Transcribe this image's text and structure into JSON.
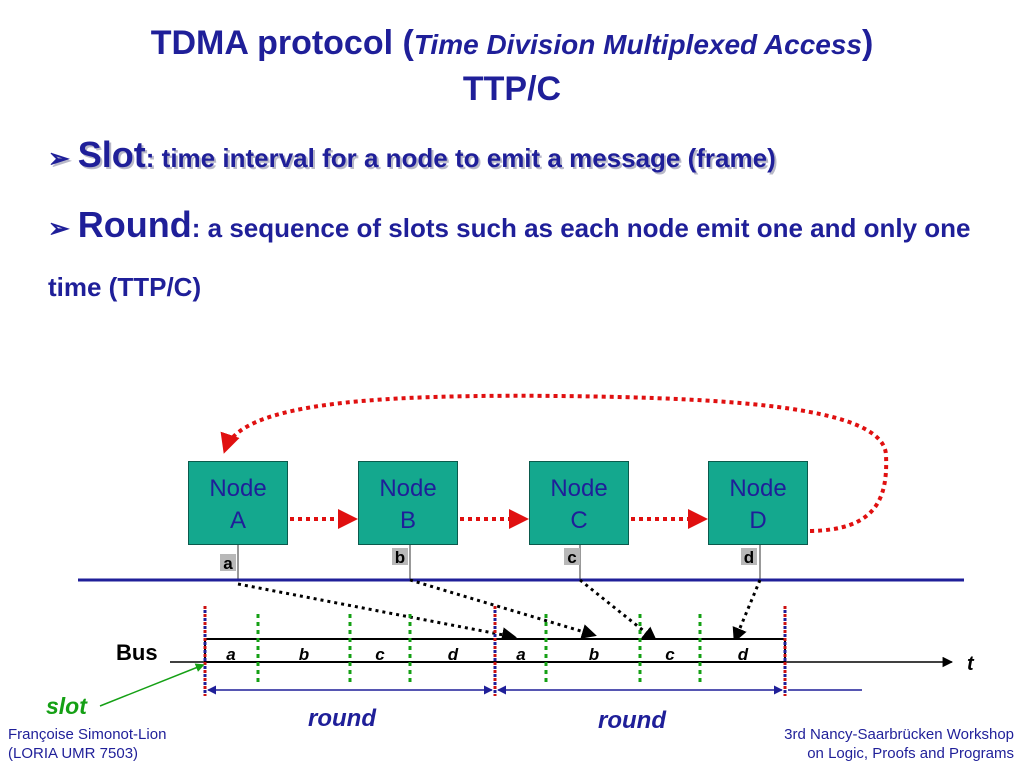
{
  "title": {
    "main_prefix": "TDMA protocol (",
    "main_italic": "Time Division Multiplexed Access",
    "main_suffix": ")",
    "sub": "TTP/C"
  },
  "bullets": [
    {
      "marker": "➢",
      "term": "Slot",
      "text": ": time interval for a node to emit a message (frame)"
    },
    {
      "marker": "➢",
      "term": "Round",
      "text": ": a sequence of slots such as each node emit one and only one time (TTP/C)"
    }
  ],
  "nodes": [
    {
      "line1": "Node",
      "line2": "A",
      "message": "a"
    },
    {
      "line1": "Node",
      "line2": "B",
      "message": "b"
    },
    {
      "line1": "Node",
      "line2": "C",
      "message": "c"
    },
    {
      "line1": "Node",
      "line2": "D",
      "message": "d"
    }
  ],
  "bus_label": "Bus",
  "time_label": "t",
  "slots": [
    "a",
    "b",
    "c",
    "d",
    "a",
    "b",
    "c",
    "d"
  ],
  "round_labels": [
    "round",
    "round"
  ],
  "slot_label": "slot",
  "colors": {
    "text_blue": "#1f1f99",
    "node_fill": "#14a88e",
    "token_red": "#e01010",
    "slot_green": "#15a015",
    "slot_red": "#cc1010",
    "round_blue": "#1f1f99"
  },
  "footer": {
    "left_line1": "Françoise Simonot-Lion",
    "left_line2": "(LORIA UMR 7503)",
    "right_line1": "3rd Nancy-Saarbrücken Workshop",
    "right_line2": "on Logic, Proofs and Programs"
  }
}
